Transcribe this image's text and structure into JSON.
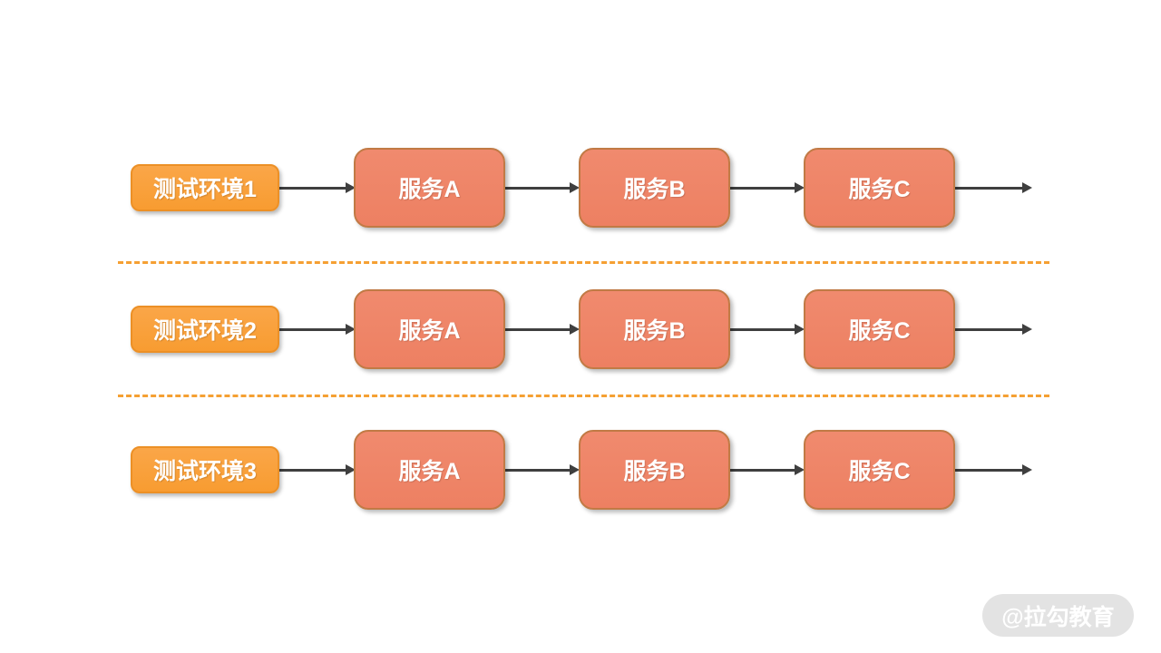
{
  "diagram": {
    "title_semantic": "multi-test-environment-service-pipeline",
    "rows": [
      {
        "env": "测试环境1",
        "services": [
          "服务A",
          "服务B",
          "服务C"
        ]
      },
      {
        "env": "测试环境2",
        "services": [
          "服务A",
          "服务B",
          "服务C"
        ]
      },
      {
        "env": "测试环境3",
        "services": [
          "服务A",
          "服务B",
          "服务C"
        ]
      }
    ],
    "separators": {
      "count": 2,
      "style": "dashed",
      "color": "#f5a033"
    },
    "colors": {
      "env_box_fill": "#f9a13c",
      "env_box_border": "#ec9026",
      "service_box_fill": "#ee8468",
      "service_box_border": "#c17a45",
      "arrow": "#3f3f3f",
      "separator": "#f5a033",
      "watermark_bg": "#e3e3e3",
      "watermark_text": "#ffffff",
      "box_text": "#ffffff"
    }
  },
  "watermark": {
    "label": "@拉勾教育"
  }
}
